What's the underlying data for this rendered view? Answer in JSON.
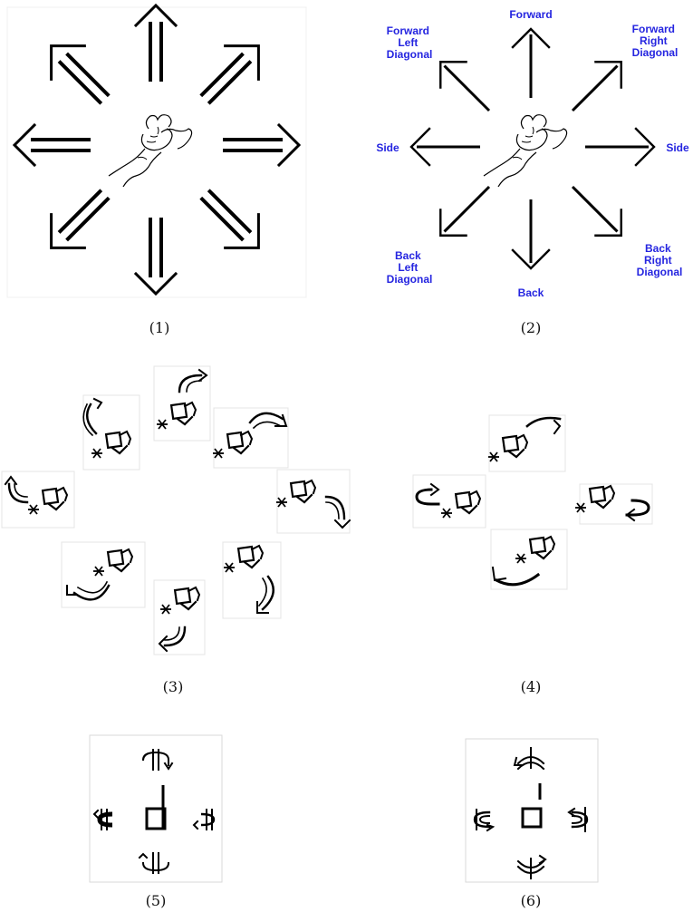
{
  "captions": {
    "p1": "(1)",
    "p2": "(2)",
    "p3": "(3)",
    "p4": "(4)",
    "p5": "(5)",
    "p6": "(6)"
  },
  "panel2_labels": {
    "forward": "Forward",
    "forward_left": [
      "Forward",
      "Left",
      "Diagonal"
    ],
    "forward_right": [
      "Forward",
      "Right",
      "Diagonal"
    ],
    "side_left": "Side",
    "side_right": "Side",
    "back_left": [
      "Back",
      "Left",
      "Diagonal"
    ],
    "back": "Back",
    "back_right": [
      "Back",
      "Right",
      "Diagonal"
    ]
  },
  "colors": {
    "label_blue": "#2525e0",
    "ink": "#000000"
  }
}
